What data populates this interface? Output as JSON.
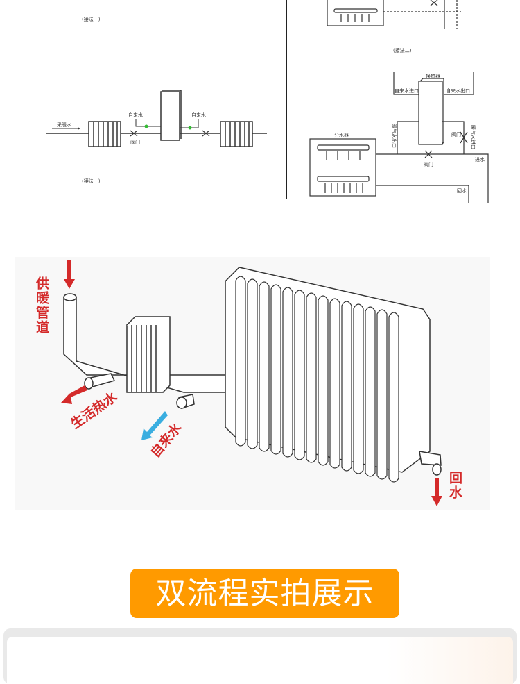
{
  "diagram_one": {
    "caption_top": "(接法一)",
    "caption_bottom": "(接法一)",
    "heating_water": "采暖水",
    "tap_water_left": "自来水",
    "tap_water_right": "自来水",
    "valve": "阀门"
  },
  "diagram_two": {
    "caption": "(接法二)",
    "heat_exchanger": "换热器",
    "tap_inlet": "自来水进口",
    "tap_outlet": "自来水出口",
    "manifold": "分水器",
    "heating_outlet": "暖气水出口",
    "heating_inlet": "暖气水进口",
    "valve_bottom": "阀门",
    "valve_side": "阀门",
    "supply": "进水",
    "return": "回水"
  },
  "illustration": {
    "heating_pipe": "供暖管道",
    "domestic_hot_water": "生活热水",
    "tap_water": "自来水",
    "return_water": "回水",
    "colors": {
      "red": "#d42a2a",
      "blue": "#3aaee0"
    }
  },
  "banner": {
    "title": "双流程实拍展示",
    "color": "#ff9a00"
  }
}
